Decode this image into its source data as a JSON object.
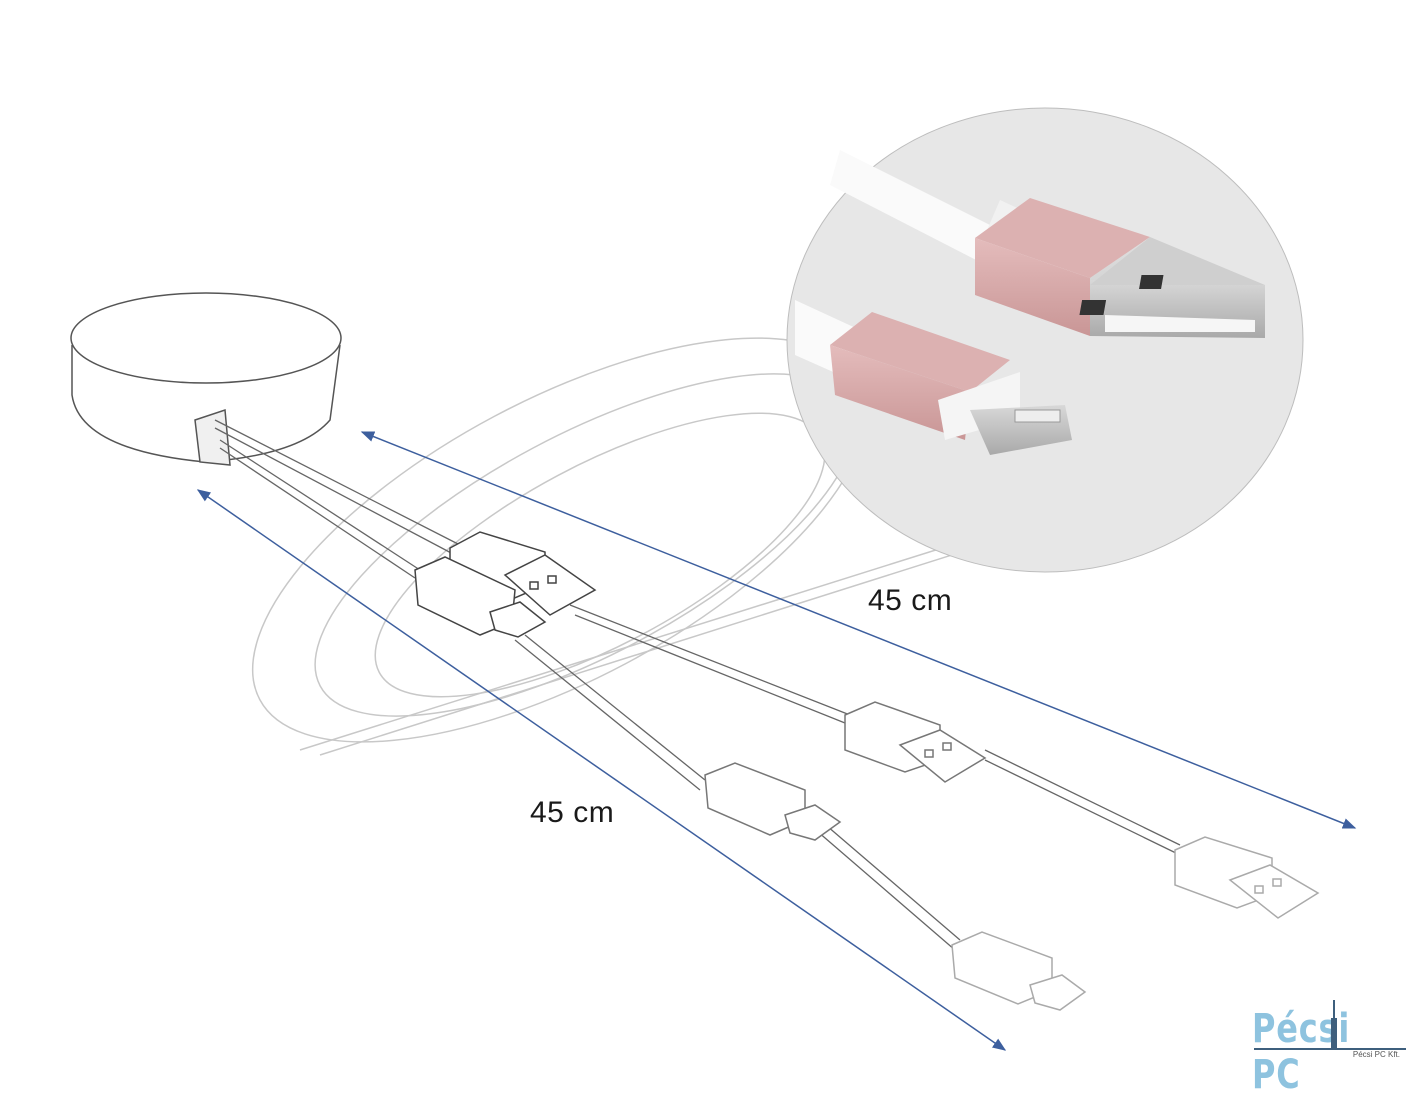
{
  "dimensions": {
    "long_cable_label": "45 cm",
    "short_cable_label": "45 cm"
  },
  "logo": {
    "name": "Pécsi PC",
    "display": "Pécsi PC",
    "subtitle": "Pécsi PC Kft."
  },
  "colors": {
    "arrow": "#3d5f9e",
    "connector_pink": "#d7a8a8",
    "zoom_circle": "#e6e6e6",
    "logo_light": "#8ec3df",
    "logo_dark": "#3e5f7d"
  }
}
